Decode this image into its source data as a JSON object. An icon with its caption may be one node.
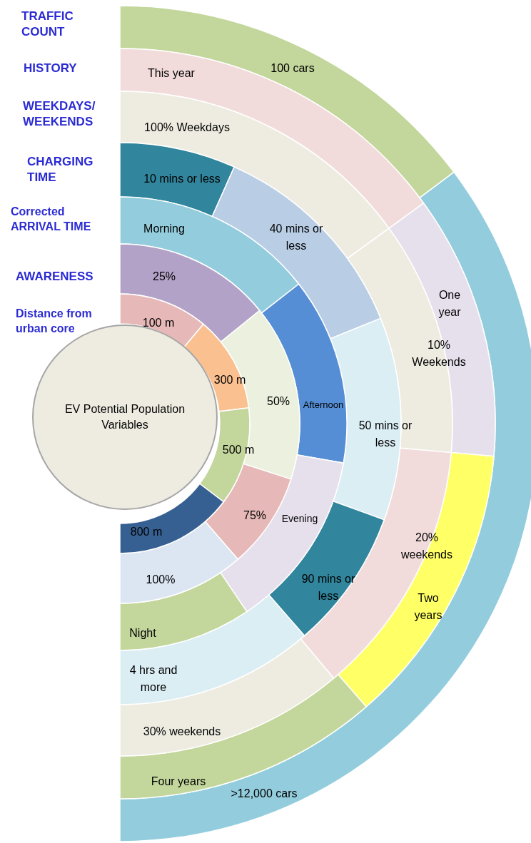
{
  "diagram": {
    "nodes": [
      {
        "text": [
          "EV Potential Population Variables"
        ]
      },
      {
        "text": [
          "100 m"
        ]
      },
      {
        "text": [
          "300 m"
        ]
      },
      {
        "text": [
          "500 m"
        ]
      },
      {
        "text": [
          "800 m"
        ]
      },
      {
        "text": [
          "25%"
        ]
      },
      {
        "text": [
          "50%"
        ]
      },
      {
        "text": [
          "75%"
        ]
      },
      {
        "text": [
          "100%"
        ]
      },
      {
        "text": [
          "Morning"
        ]
      },
      {
        "text": [
          "Afternoon"
        ]
      },
      {
        "text": [
          "Evening"
        ]
      },
      {
        "text": [
          "Night"
        ]
      },
      {
        "text": [
          "10 mins or less"
        ]
      },
      {
        "text": [
          "40 mins or less"
        ]
      },
      {
        "text": [
          "50 mins or less"
        ]
      },
      {
        "text": [
          "90 mins or less"
        ]
      },
      {
        "text": [
          "4 hrs and more"
        ]
      },
      {
        "text": [
          "100% Weekdays"
        ]
      },
      {
        "text": [
          "10% Weekends"
        ]
      },
      {
        "text": [
          "20% weekends"
        ]
      },
      {
        "text": [
          "30% weekends"
        ]
      },
      {
        "text": [
          "This year"
        ]
      },
      {
        "text": [
          "One year"
        ]
      },
      {
        "text": [
          "Two years"
        ]
      },
      {
        "text": [
          "Four years"
        ]
      },
      {
        "text": [
          "100 cars"
        ]
      },
      {
        "text": [
          ">12,000 cars"
        ]
      }
    ],
    "labels": [
      "TRAFFIC COUNT",
      "HISTORY",
      "WEEKDAYS/ WEEKENDS",
      "CHARGING TIME",
      "Corrected ARRIVAL TIME",
      "AWARENESS",
      "Distance from urban core"
    ]
  }
}
